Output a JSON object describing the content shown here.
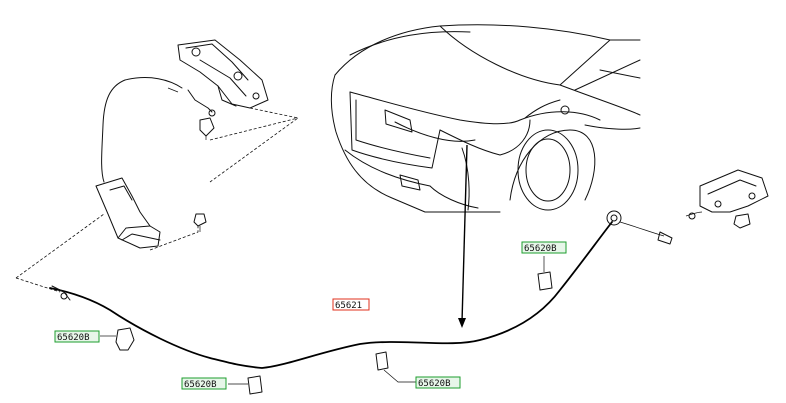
{
  "callouts": [
    {
      "id": "main-cable",
      "code": "65621",
      "box_color": "#e0301e",
      "fill": "#ffffff"
    },
    {
      "id": "clip-upper-right",
      "code": "65620B",
      "box_color": "#1e9e2e",
      "fill": "#e7f6e9"
    },
    {
      "id": "clip-left",
      "code": "65620B",
      "box_color": "#1e9e2e",
      "fill": "#e7f6e9"
    },
    {
      "id": "clip-bottom-left",
      "code": "65620B",
      "box_color": "#1e9e2e",
      "fill": "#e7f6e9"
    },
    {
      "id": "clip-bottom-right",
      "code": "65620B",
      "box_color": "#1e9e2e",
      "fill": "#e7f6e9"
    }
  ]
}
